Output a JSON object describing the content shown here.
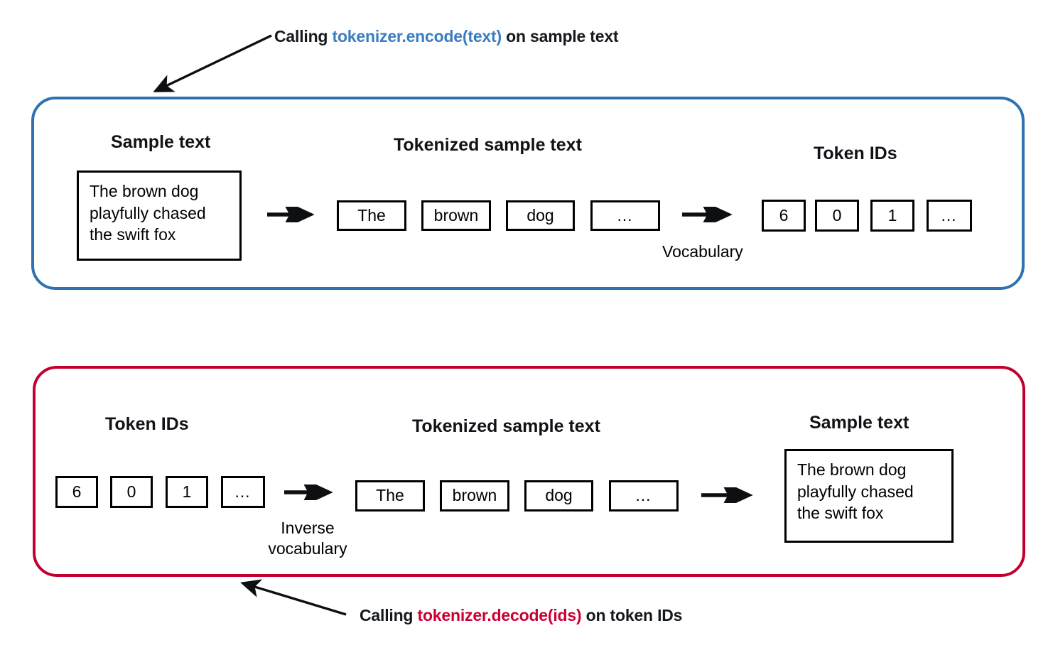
{
  "colors": {
    "encode_panel_border": "#2f72b0",
    "decode_panel_border": "#c2002f",
    "encode_code_text": "#3c7cc0",
    "decode_code_text": "#cc0033",
    "box_border": "#000000",
    "background": "#ffffff"
  },
  "annotations": {
    "encode": {
      "prefix": "Calling",
      "code": "tokenizer.encode(text)",
      "suffix": "on sample text"
    },
    "decode": {
      "prefix": "Calling",
      "code": "tokenizer.decode(ids)",
      "suffix": "on token IDs"
    }
  },
  "encode_panel": {
    "headings": {
      "sample_text": "Sample text",
      "tokenized": "Tokenized sample text",
      "token_ids": "Token IDs"
    },
    "sample_text_value": "The brown dog\nplayfully chased\nthe swift fox",
    "tokens": [
      "The",
      "brown",
      "dog",
      "…"
    ],
    "token_ids": [
      "6",
      "0",
      "1",
      "…"
    ],
    "transform_label": "Vocabulary"
  },
  "decode_panel": {
    "headings": {
      "token_ids": "Token IDs",
      "tokenized": "Tokenized sample text",
      "sample_text": "Sample text"
    },
    "token_ids": [
      "6",
      "0",
      "1",
      "…"
    ],
    "tokens": [
      "The",
      "brown",
      "dog",
      "…"
    ],
    "transform_label": "Inverse\nvocabulary",
    "sample_text_value": "The brown dog\nplayfully chased\nthe swift fox"
  }
}
